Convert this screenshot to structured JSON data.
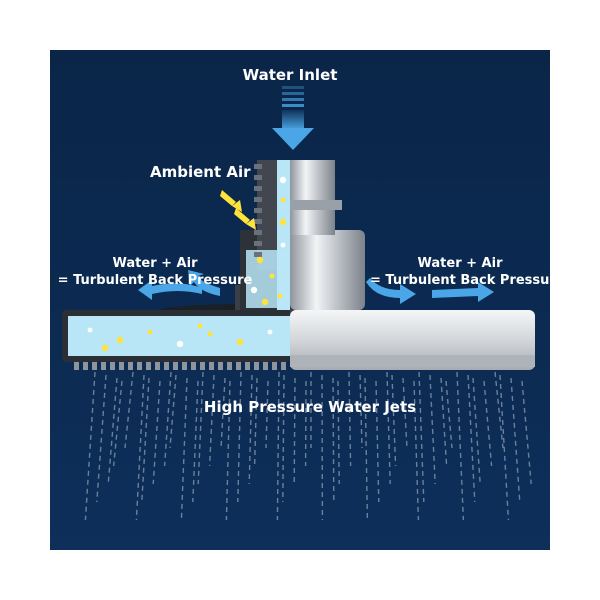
{
  "labels": {
    "water_inlet": "Water Inlet",
    "ambient_air": "Ambient Air",
    "left_line1": "Water + Air",
    "left_line2": "= Turbulent Back Pressure",
    "right_line1": "Water + Air",
    "right_line2": "= Turbulent Back Pressure",
    "jets": "High Pressure Water Jets"
  },
  "colors": {
    "background": "#0a2548",
    "water": "#b9e6f7",
    "arrow_blue": "#4aa6e6",
    "air_yellow": "#ffe23a",
    "chrome": "#c9ccd1",
    "text": "#ffffff"
  }
}
